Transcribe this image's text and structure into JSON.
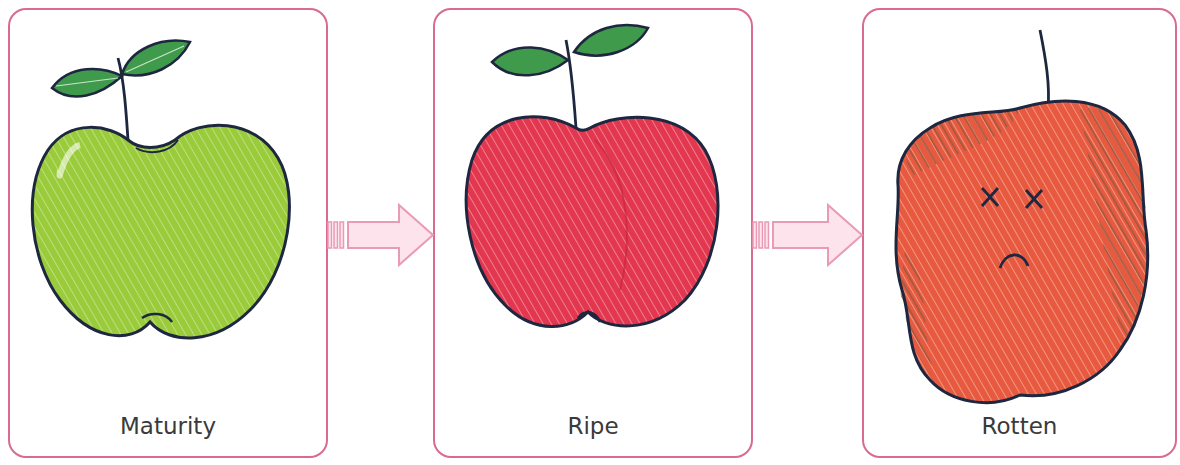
{
  "diagram": {
    "nodes": [
      {
        "text": [
          "Maturity"
        ]
      },
      {
        "text": [
          "Ripe"
        ]
      },
      {
        "text": [
          "Rotten"
        ]
      }
    ],
    "edges": [
      {
        "from": 0,
        "to": 1,
        "arrow": "to"
      },
      {
        "from": 1,
        "to": 2,
        "arrow": "to"
      }
    ]
  }
}
